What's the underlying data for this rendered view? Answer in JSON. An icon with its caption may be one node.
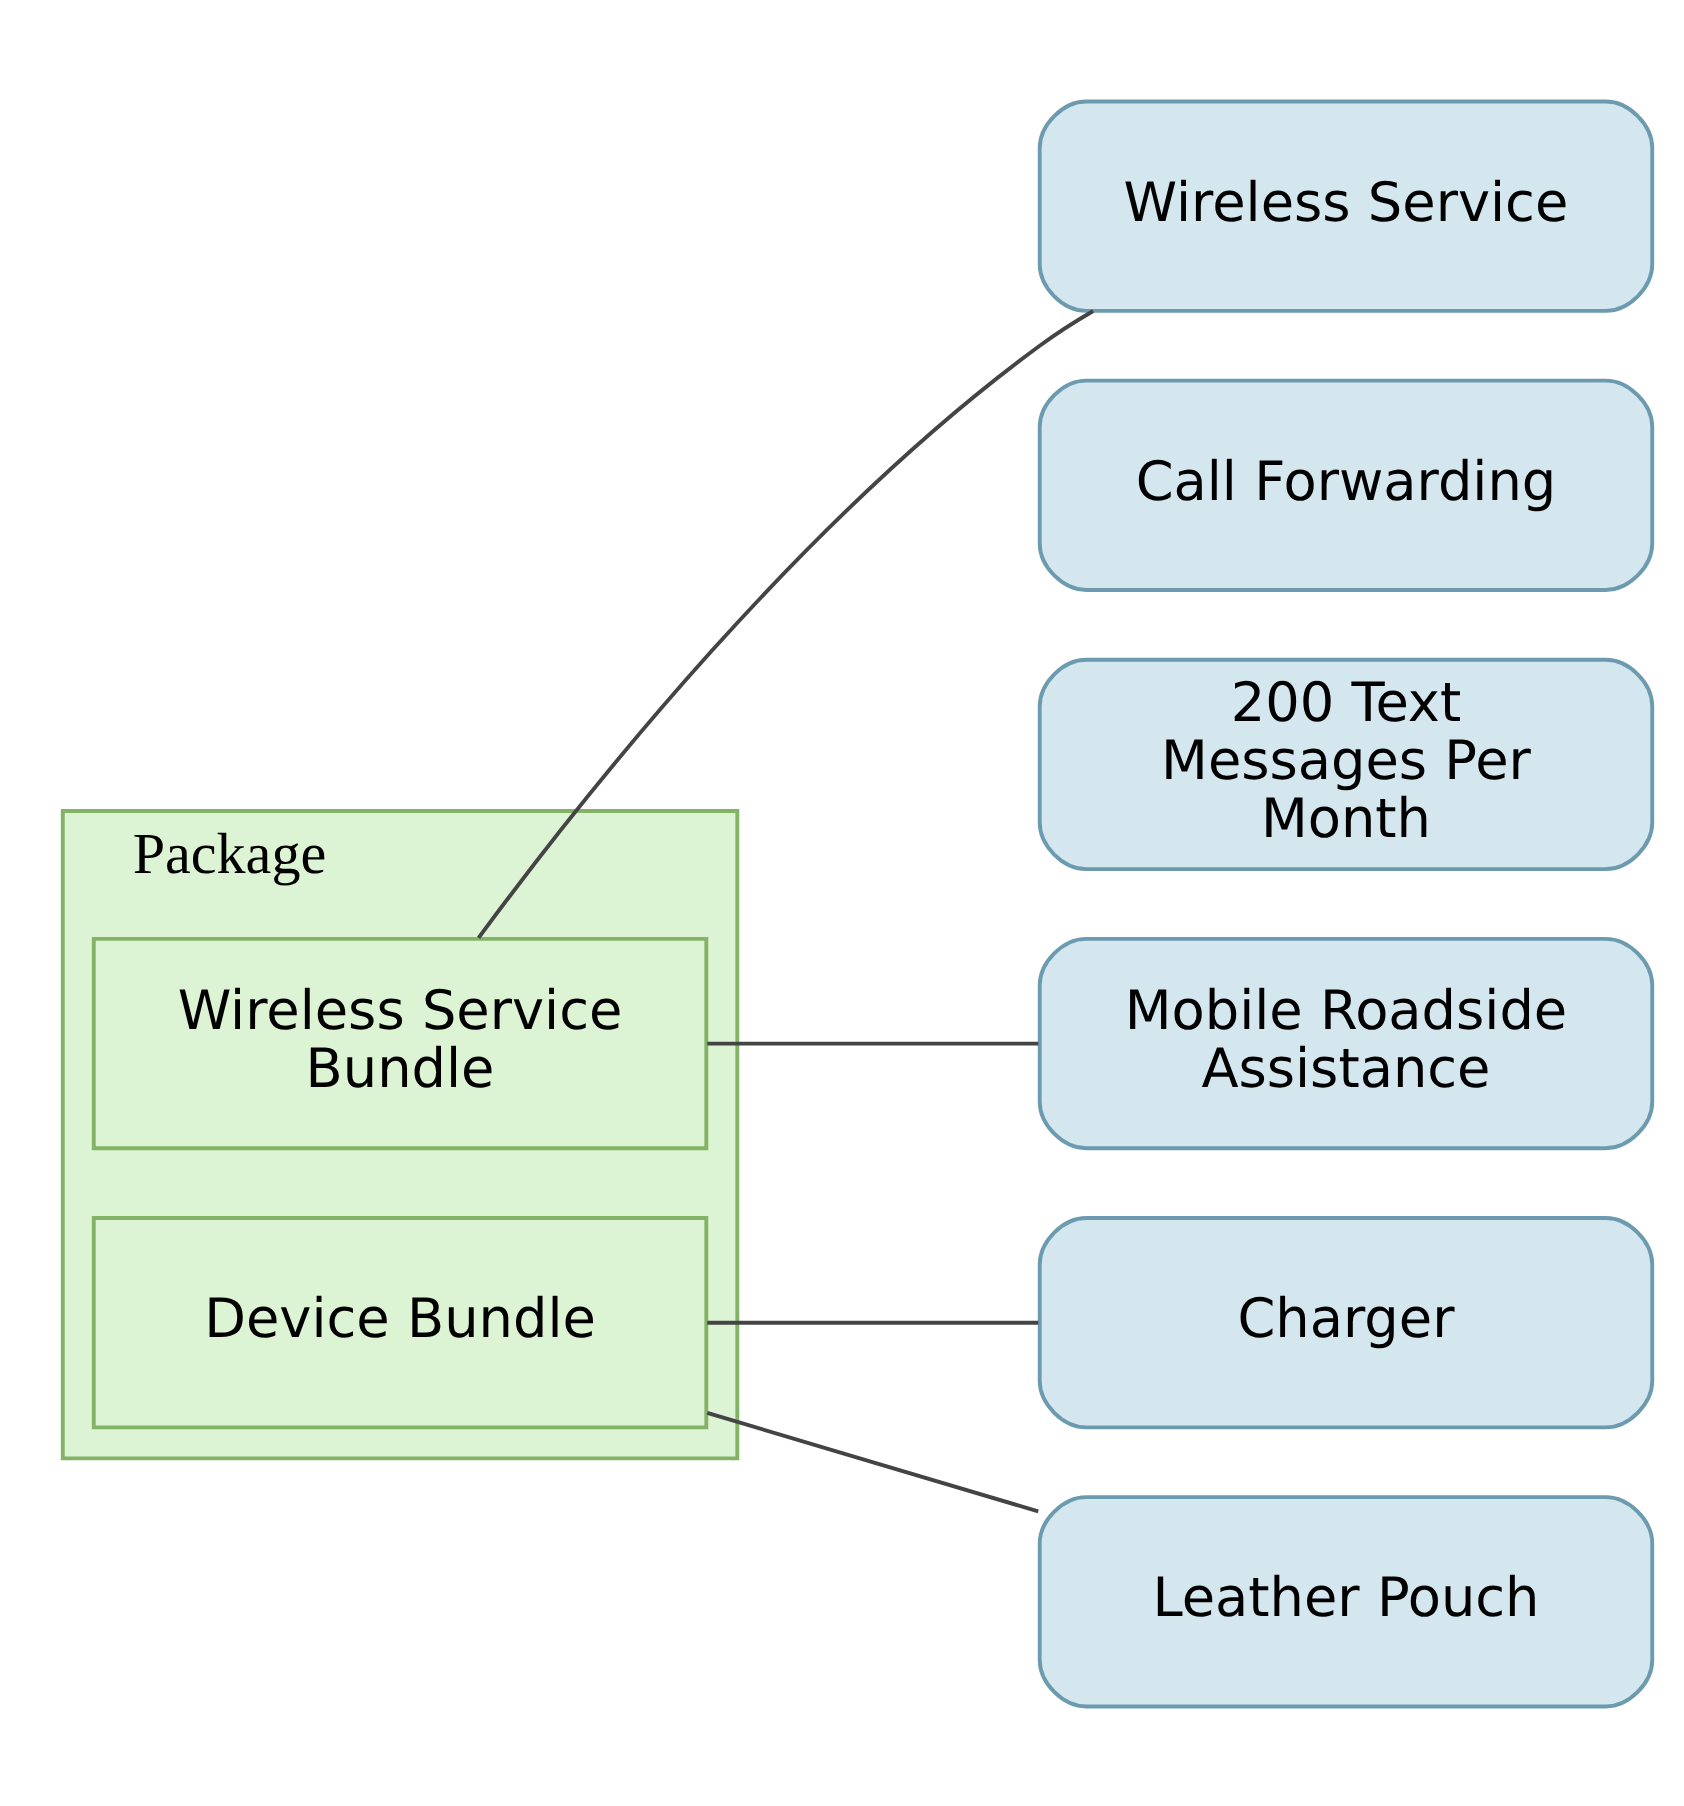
{
  "diagram": {
    "nodes": [
      {
        "text": [
          "Package"
        ]
      },
      {
        "text": [
          "Wireless Service Bundle"
        ],
        "in": 0
      },
      {
        "text": [
          "Device Bundle"
        ],
        "in": 0
      },
      {
        "text": [
          "Wireless Service"
        ]
      },
      {
        "text": [
          "Call Forwarding"
        ]
      },
      {
        "text": [
          "200 Text Messages Per Month"
        ]
      },
      {
        "text": [
          "Mobile Roadside Assistance"
        ]
      },
      {
        "text": [
          "Charger"
        ]
      },
      {
        "text": [
          "Leather Pouch"
        ]
      }
    ],
    "edges": [
      {
        "from": 1,
        "to": 3,
        "arrow": "none"
      },
      {
        "from": 1,
        "to": 6,
        "arrow": "none"
      },
      {
        "from": 2,
        "to": 7,
        "arrow": "none"
      },
      {
        "from": 2,
        "to": 8,
        "arrow": "none"
      }
    ]
  }
}
